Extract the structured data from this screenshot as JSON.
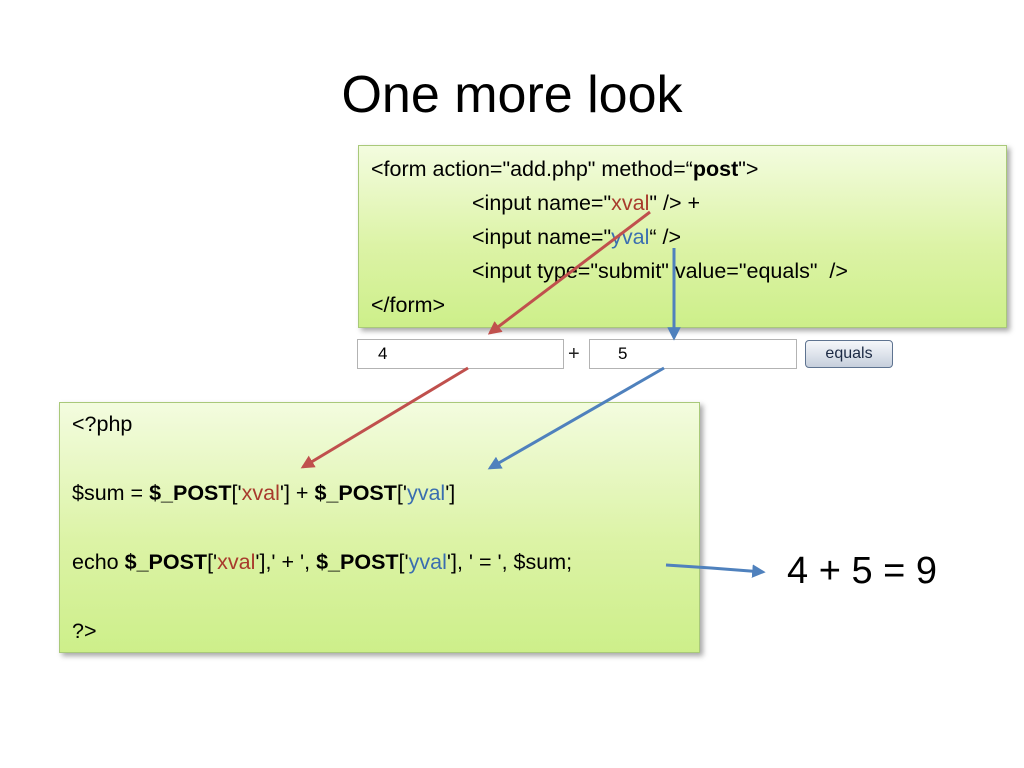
{
  "title": "One more look",
  "form_code": {
    "l1": {
      "a": "<form action=\"add.php\" method=“",
      "b": "post",
      "c": "\">"
    },
    "l2": {
      "a": "<input name=\"",
      "b": "xval",
      "c": "\" /> +"
    },
    "l3": {
      "a": "<input name=\"",
      "b": "yval",
      "c": "“ />"
    },
    "l4": "<input type=\"submit\" value=\"equals\"  />",
    "l5": "</form>"
  },
  "form_widget": {
    "x_value": "4",
    "plus": "+",
    "y_value": "5",
    "button_label": "equals"
  },
  "php_code": {
    "l1": "<?php",
    "l2": {
      "a": "$sum = ",
      "b": "$_POST",
      "c": "['",
      "d": "xval",
      "e": "'] + ",
      "f": "$_POST",
      "g": "['",
      "h": "yval",
      "i": "']"
    },
    "l3": {
      "a": "echo ",
      "b": "$_POST",
      "c": "['",
      "d": "xval",
      "e": "'],' + ', ",
      "f": "$_POST",
      "g": "['",
      "h": "yval",
      "i": "'], ' = ', $sum;"
    },
    "l4": "?>"
  },
  "result": "4 + 5 = 9",
  "colors": {
    "red": "#c0504d",
    "blue": "#4f81bd",
    "box_green": "#d7f19c"
  }
}
